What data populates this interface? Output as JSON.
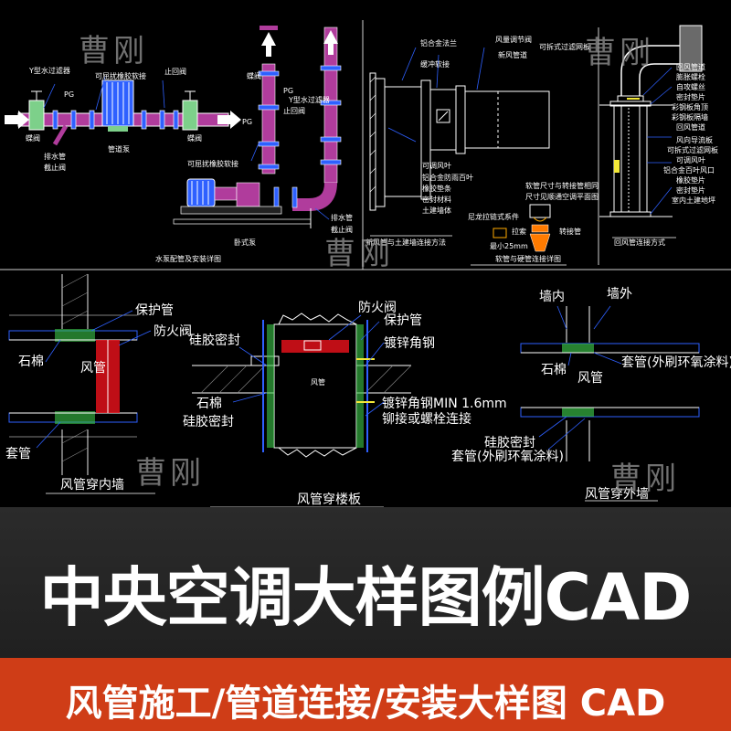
{
  "watermark": "曹刚",
  "panel1": {
    "labels": {
      "y_filter": "Y型水过滤器",
      "soft_joint": "可屈扰橡胶软接",
      "check_valve": "止回阀",
      "pg": "PG",
      "butterfly_valve": "蝶阀",
      "drain_pipe": "排水管",
      "shutoff_valve": "截止阀",
      "pipe_pump": "管道泵",
      "butterfly_valve_2": "蝶阀",
      "pg_2": "PG",
      "check_valve_2": "止回阀",
      "y_filter_2": "Y型水过滤器",
      "pg_3": "PG",
      "soft_joint_2": "可屈扰橡胶软接",
      "drain_pipe_2": "排水管",
      "shutoff_valve_2": "截止阀",
      "horizontal_pump": "卧式泵",
      "title": "水泵配管及安装详图"
    }
  },
  "panel2": {
    "labels": {
      "al_flange": "铝合金法兰",
      "damper": "风量调节阀",
      "filter_removable": "可拆式过滤网板",
      "buffer_joint": "缓冲软接",
      "new_air_duct": "新风管道",
      "adjustable_louver": "可调风叶",
      "al_louver": "铝合金防雨百叶",
      "rubber_pad": "橡胶垫条",
      "sealant": "密封材料",
      "wall": "土建墙体",
      "soft_hard_note_1": "软管尺寸与转接管相同",
      "soft_hard_note_2": "尺寸见顺通空调平面图",
      "nylon_hose": "尼龙拉链式系件",
      "clamp": "拉索",
      "adapter": "转接管",
      "min_size": "最小25mm",
      "title_left": "新风管与土建墙连接方法",
      "title_mid": "软管与硬管连接详图"
    }
  },
  "panel3": {
    "labels": {
      "return_duct": "回风管道",
      "screw_bolt": "膨胀螺栓",
      "tapping_screw": "自攻螺丝",
      "seal_pad": "密封垫片",
      "bracket": "彩钢板角顶",
      "color_plate": "彩钢板隔墙",
      "return_duct_2": "回风管道",
      "guide_vane": "风向导流板",
      "filter": "可拆式过滤网板",
      "adjust_vane": "可调风叶",
      "al_louver": "铝合金百叶风口",
      "rubber_pad": "橡胶垫片",
      "seal_pad_2": "密封垫片",
      "indoor_floor": "室内土建地坪",
      "title": "回风管连接方式"
    }
  },
  "panel4": {
    "labels": {
      "protect_pipe": "保护管",
      "fire_damper": "防火阀",
      "asbestos": "石棉",
      "air_duct": "风管",
      "sleeve": "套管",
      "title": "风管穿内墙"
    }
  },
  "panel5": {
    "labels": {
      "fire_damper": "防火阀",
      "protect_pipe": "保护管",
      "silicone_seal": "硅胶密封",
      "galvanized_angle": "镀锌角钢",
      "asbestos": "石棉",
      "silicone_seal_2": "硅胶密封",
      "galvanized_angle_min": "镀锌角钢MIN 1.6mm",
      "rivet_bolt": "铆接或螺栓连接",
      "duct_tag": "风管",
      "title": "风管穿楼板"
    }
  },
  "panel6": {
    "labels": {
      "wall_inside": "墙内",
      "wall_outside": "墙外",
      "asbestos": "石棉",
      "air_duct": "风管",
      "sleeve_epoxy": "套管(外刷环氧涂料)",
      "silicone_seal": "硅胶密封",
      "sleeve_epoxy_2": "套管(外刷环氧涂料)",
      "title": "风管穿外墙"
    }
  },
  "main_title": "中央空调大样图例CAD",
  "subtitle": "风管施工/管道连接/安装大样图 CAD",
  "colors": {
    "title_band": "#262626",
    "subtitle_band": "#cf3d17",
    "cad_bg": "#000000",
    "pipe_magenta": "#d65ab0",
    "pipe_red": "#e0101a",
    "duct_cyan": "#37d6f0",
    "hatch_green": "#3cc84a",
    "leader_blue": "#2e60ff",
    "line_white": "#ffffff",
    "label_yellow": "#f3e838"
  }
}
